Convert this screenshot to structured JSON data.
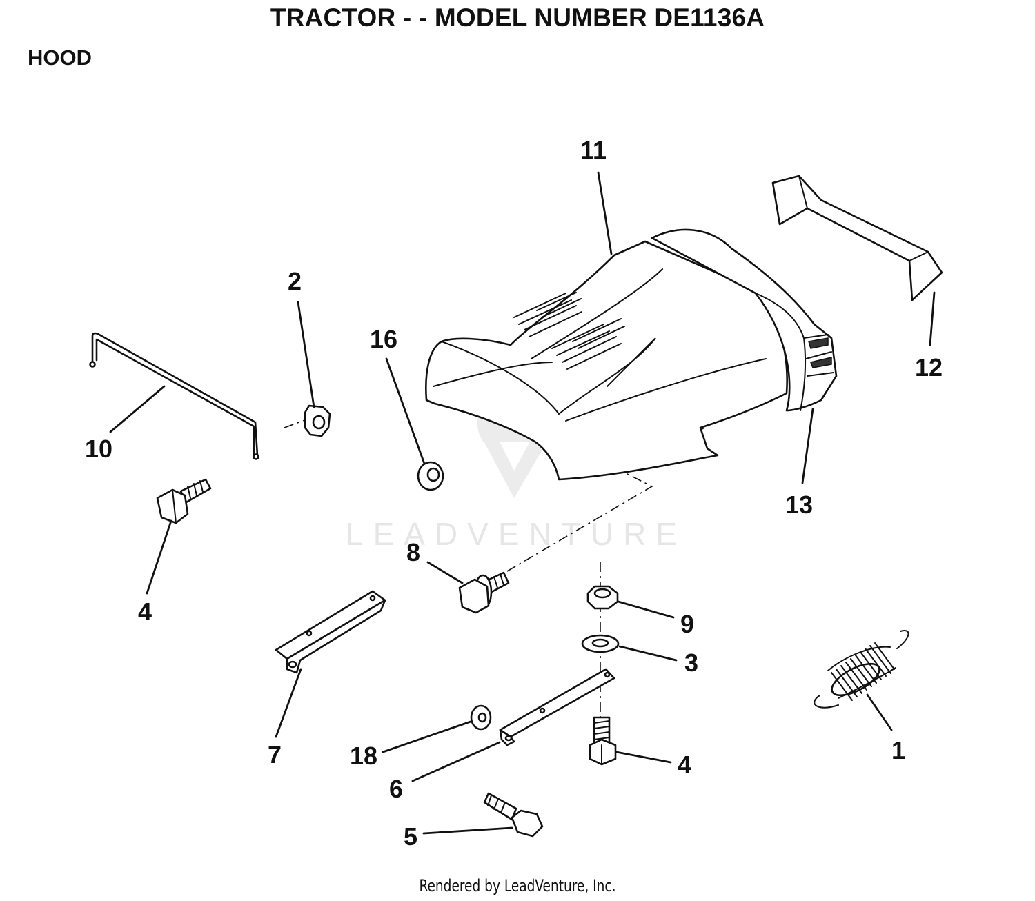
{
  "header": {
    "title": "TRACTOR - - MODEL NUMBER DE1136A",
    "section": "HOOD"
  },
  "callouts": {
    "c11": "11",
    "c12": "12",
    "c2": "2",
    "c16": "16",
    "c10": "10",
    "c13": "13",
    "c4a": "4",
    "c8": "8",
    "c9": "9",
    "c3": "3",
    "c7": "7",
    "c18": "18",
    "c6": "6",
    "c4b": "4",
    "c1": "1",
    "c5": "5"
  },
  "watermark": {
    "text": "LEADVENTURE"
  },
  "footer": {
    "text": "Rendered by LeadVenture, Inc."
  },
  "icons": {
    "watermark_logo": "leadventure-flame-logo-icon"
  }
}
